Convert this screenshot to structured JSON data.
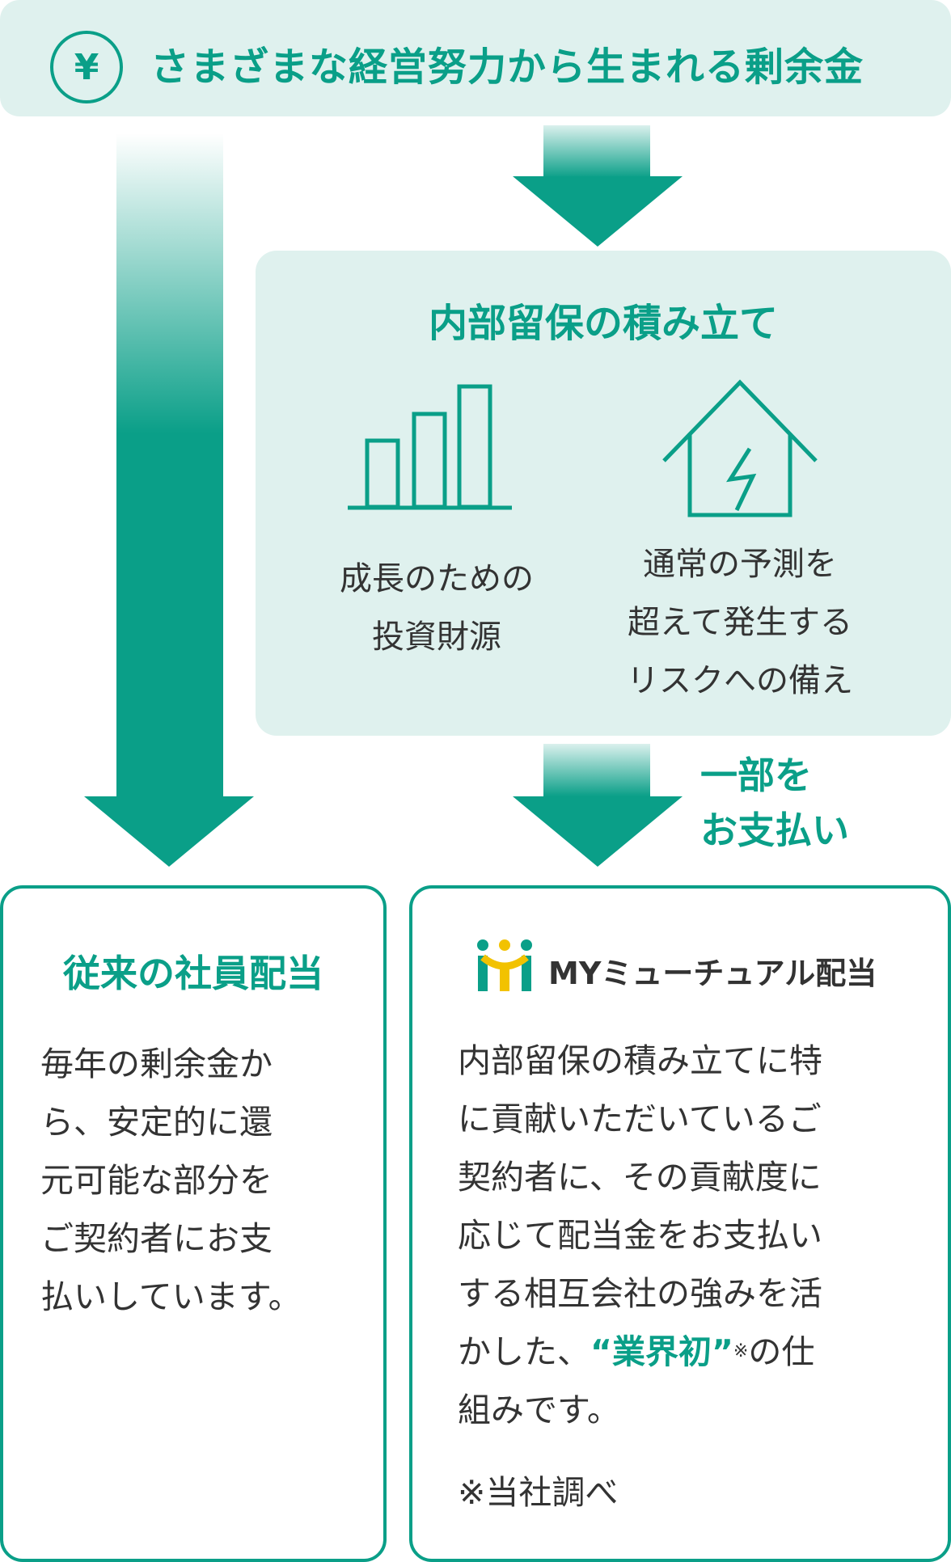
{
  "header": {
    "title": "さまざまな経営努力から生まれる剰余金",
    "currency_symbol": "¥"
  },
  "reserve": {
    "title": "内部留保の積み立て",
    "items": [
      {
        "icon": "bar-chart-icon",
        "lines": [
          "成長のための",
          "投資財源"
        ]
      },
      {
        "icon": "house-crack-icon",
        "lines": [
          "通常の予測を",
          "超えて発生する",
          "リスクへの備え"
        ]
      }
    ],
    "payout_label_lines": [
      "一部を",
      "お支払い"
    ]
  },
  "traditional": {
    "title": "従来の社員配当",
    "lines": [
      "毎年の剰余金か",
      "ら、安定的に還",
      "元可能な部分を",
      "ご契約者にお支",
      "払いしています。"
    ]
  },
  "my_mutual": {
    "logo_text": "MYミューチュアル配当",
    "lines": [
      "内部留保の積み立てに特",
      "に貢献いただいているご",
      "契約者に、その貢献度に",
      "応じて配当金をお支払い",
      "する相互会社の強みを活"
    ],
    "line6_pre": "かした、",
    "line6_emph": "“業界初”",
    "line6_mark": "※",
    "line6_post": "の仕",
    "line7": "組みです。",
    "note": "※当社調べ"
  },
  "colors": {
    "accent": "#0a9f88",
    "light": "#dff1ee",
    "text": "#333333",
    "logo_yellow": "#f2c200"
  }
}
